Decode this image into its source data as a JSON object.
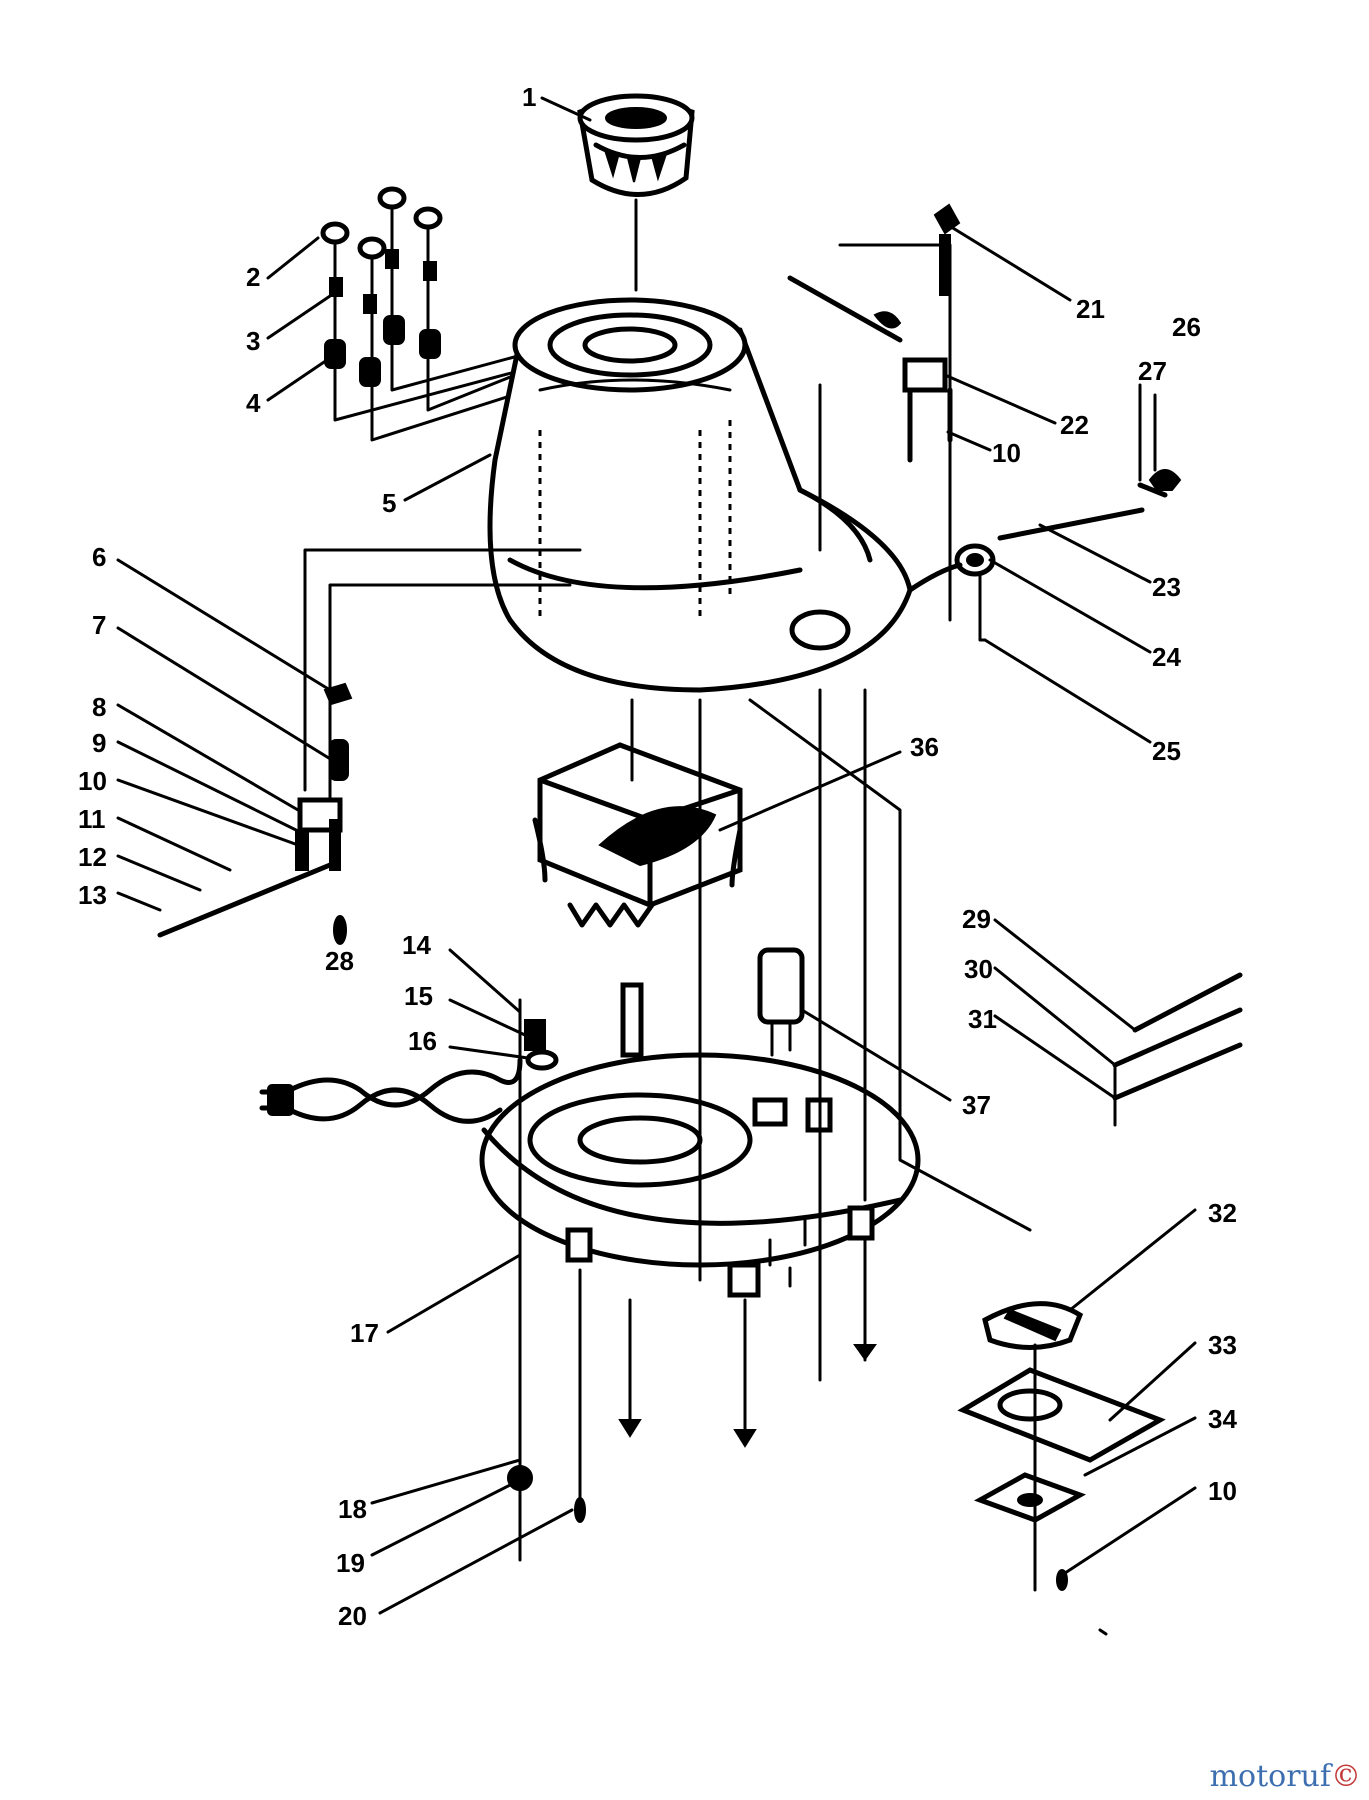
{
  "callouts": [
    {
      "id": "1",
      "text": "1"
    },
    {
      "id": "2",
      "text": "2"
    },
    {
      "id": "3",
      "text": "3"
    },
    {
      "id": "4",
      "text": "4"
    },
    {
      "id": "5",
      "text": "5"
    },
    {
      "id": "6",
      "text": "6"
    },
    {
      "id": "7",
      "text": "7"
    },
    {
      "id": "8",
      "text": "8"
    },
    {
      "id": "9",
      "text": "9"
    },
    {
      "id": "10a",
      "text": "10"
    },
    {
      "id": "11",
      "text": "11"
    },
    {
      "id": "12",
      "text": "12"
    },
    {
      "id": "13",
      "text": "13"
    },
    {
      "id": "14",
      "text": "14"
    },
    {
      "id": "15",
      "text": "15"
    },
    {
      "id": "16",
      "text": "16"
    },
    {
      "id": "17",
      "text": "17"
    },
    {
      "id": "18",
      "text": "18"
    },
    {
      "id": "19",
      "text": "19"
    },
    {
      "id": "20",
      "text": "20"
    },
    {
      "id": "21",
      "text": "21"
    },
    {
      "id": "22",
      "text": "22"
    },
    {
      "id": "10b",
      "text": "10"
    },
    {
      "id": "23",
      "text": "23"
    },
    {
      "id": "24",
      "text": "24"
    },
    {
      "id": "25",
      "text": "25"
    },
    {
      "id": "26",
      "text": "26"
    },
    {
      "id": "27",
      "text": "27"
    },
    {
      "id": "28",
      "text": "28"
    },
    {
      "id": "29",
      "text": "29"
    },
    {
      "id": "30",
      "text": "30"
    },
    {
      "id": "31",
      "text": "31"
    },
    {
      "id": "32",
      "text": "32"
    },
    {
      "id": "33",
      "text": "33"
    },
    {
      "id": "34",
      "text": "34"
    },
    {
      "id": "10c",
      "text": "10"
    },
    {
      "id": "36",
      "text": "36"
    },
    {
      "id": "37",
      "text": "37"
    }
  ],
  "watermark": {
    "text": "motoruf",
    "badge": "©"
  },
  "colors": {
    "ink": "#000000",
    "background": "#ffffff"
  }
}
